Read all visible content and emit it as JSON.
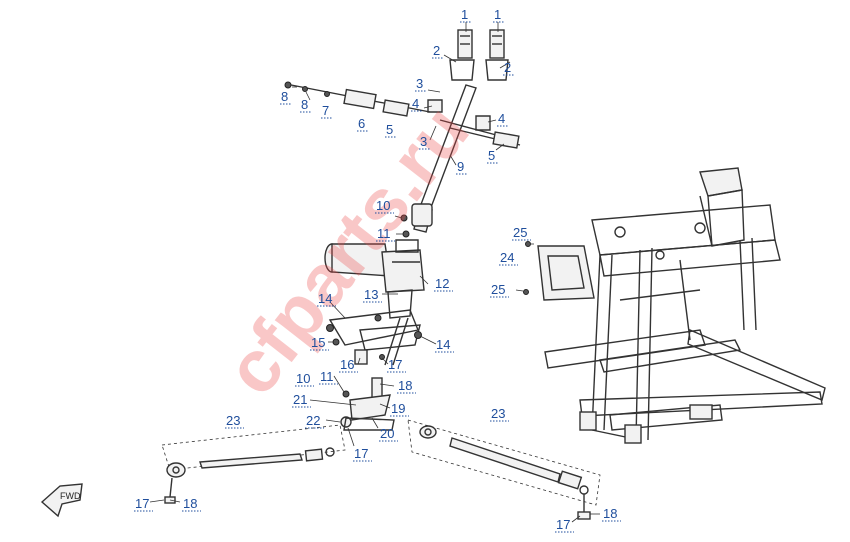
{
  "watermark": "cfparts.ru",
  "fwd_label": "FWD",
  "callouts": [
    {
      "id": "c1a",
      "text": "1"
    },
    {
      "id": "c1b",
      "text": "1"
    },
    {
      "id": "c2a",
      "text": "2"
    },
    {
      "id": "c2b",
      "text": "2"
    },
    {
      "id": "c3a",
      "text": "3"
    },
    {
      "id": "c3b",
      "text": "3"
    },
    {
      "id": "c4a",
      "text": "4"
    },
    {
      "id": "c4b",
      "text": "4"
    },
    {
      "id": "c5a",
      "text": "5"
    },
    {
      "id": "c5b",
      "text": "5"
    },
    {
      "id": "c6",
      "text": "6"
    },
    {
      "id": "c7",
      "text": "7"
    },
    {
      "id": "c8a",
      "text": "8"
    },
    {
      "id": "c8b",
      "text": "8"
    },
    {
      "id": "c9",
      "text": "9"
    },
    {
      "id": "c10a",
      "text": "10"
    },
    {
      "id": "c10b",
      "text": "10"
    },
    {
      "id": "c11a",
      "text": "11"
    },
    {
      "id": "c11b",
      "text": "11"
    },
    {
      "id": "c12",
      "text": "12"
    },
    {
      "id": "c13",
      "text": "13"
    },
    {
      "id": "c14a",
      "text": "14"
    },
    {
      "id": "c14b",
      "text": "14"
    },
    {
      "id": "c15",
      "text": "15"
    },
    {
      "id": "c16",
      "text": "16"
    },
    {
      "id": "c17a",
      "text": "17"
    },
    {
      "id": "c17b",
      "text": "17"
    },
    {
      "id": "c17c",
      "text": "17"
    },
    {
      "id": "c17d",
      "text": "17"
    },
    {
      "id": "c18a",
      "text": "18"
    },
    {
      "id": "c18b",
      "text": "18"
    },
    {
      "id": "c18c",
      "text": "18"
    },
    {
      "id": "c19",
      "text": "19"
    },
    {
      "id": "c20",
      "text": "20"
    },
    {
      "id": "c21",
      "text": "21"
    },
    {
      "id": "c22",
      "text": "22"
    },
    {
      "id": "c23a",
      "text": "23"
    },
    {
      "id": "c23b",
      "text": "23"
    },
    {
      "id": "c24",
      "text": "24"
    },
    {
      "id": "c25a",
      "text": "25"
    },
    {
      "id": "c25b",
      "text": "25"
    }
  ]
}
